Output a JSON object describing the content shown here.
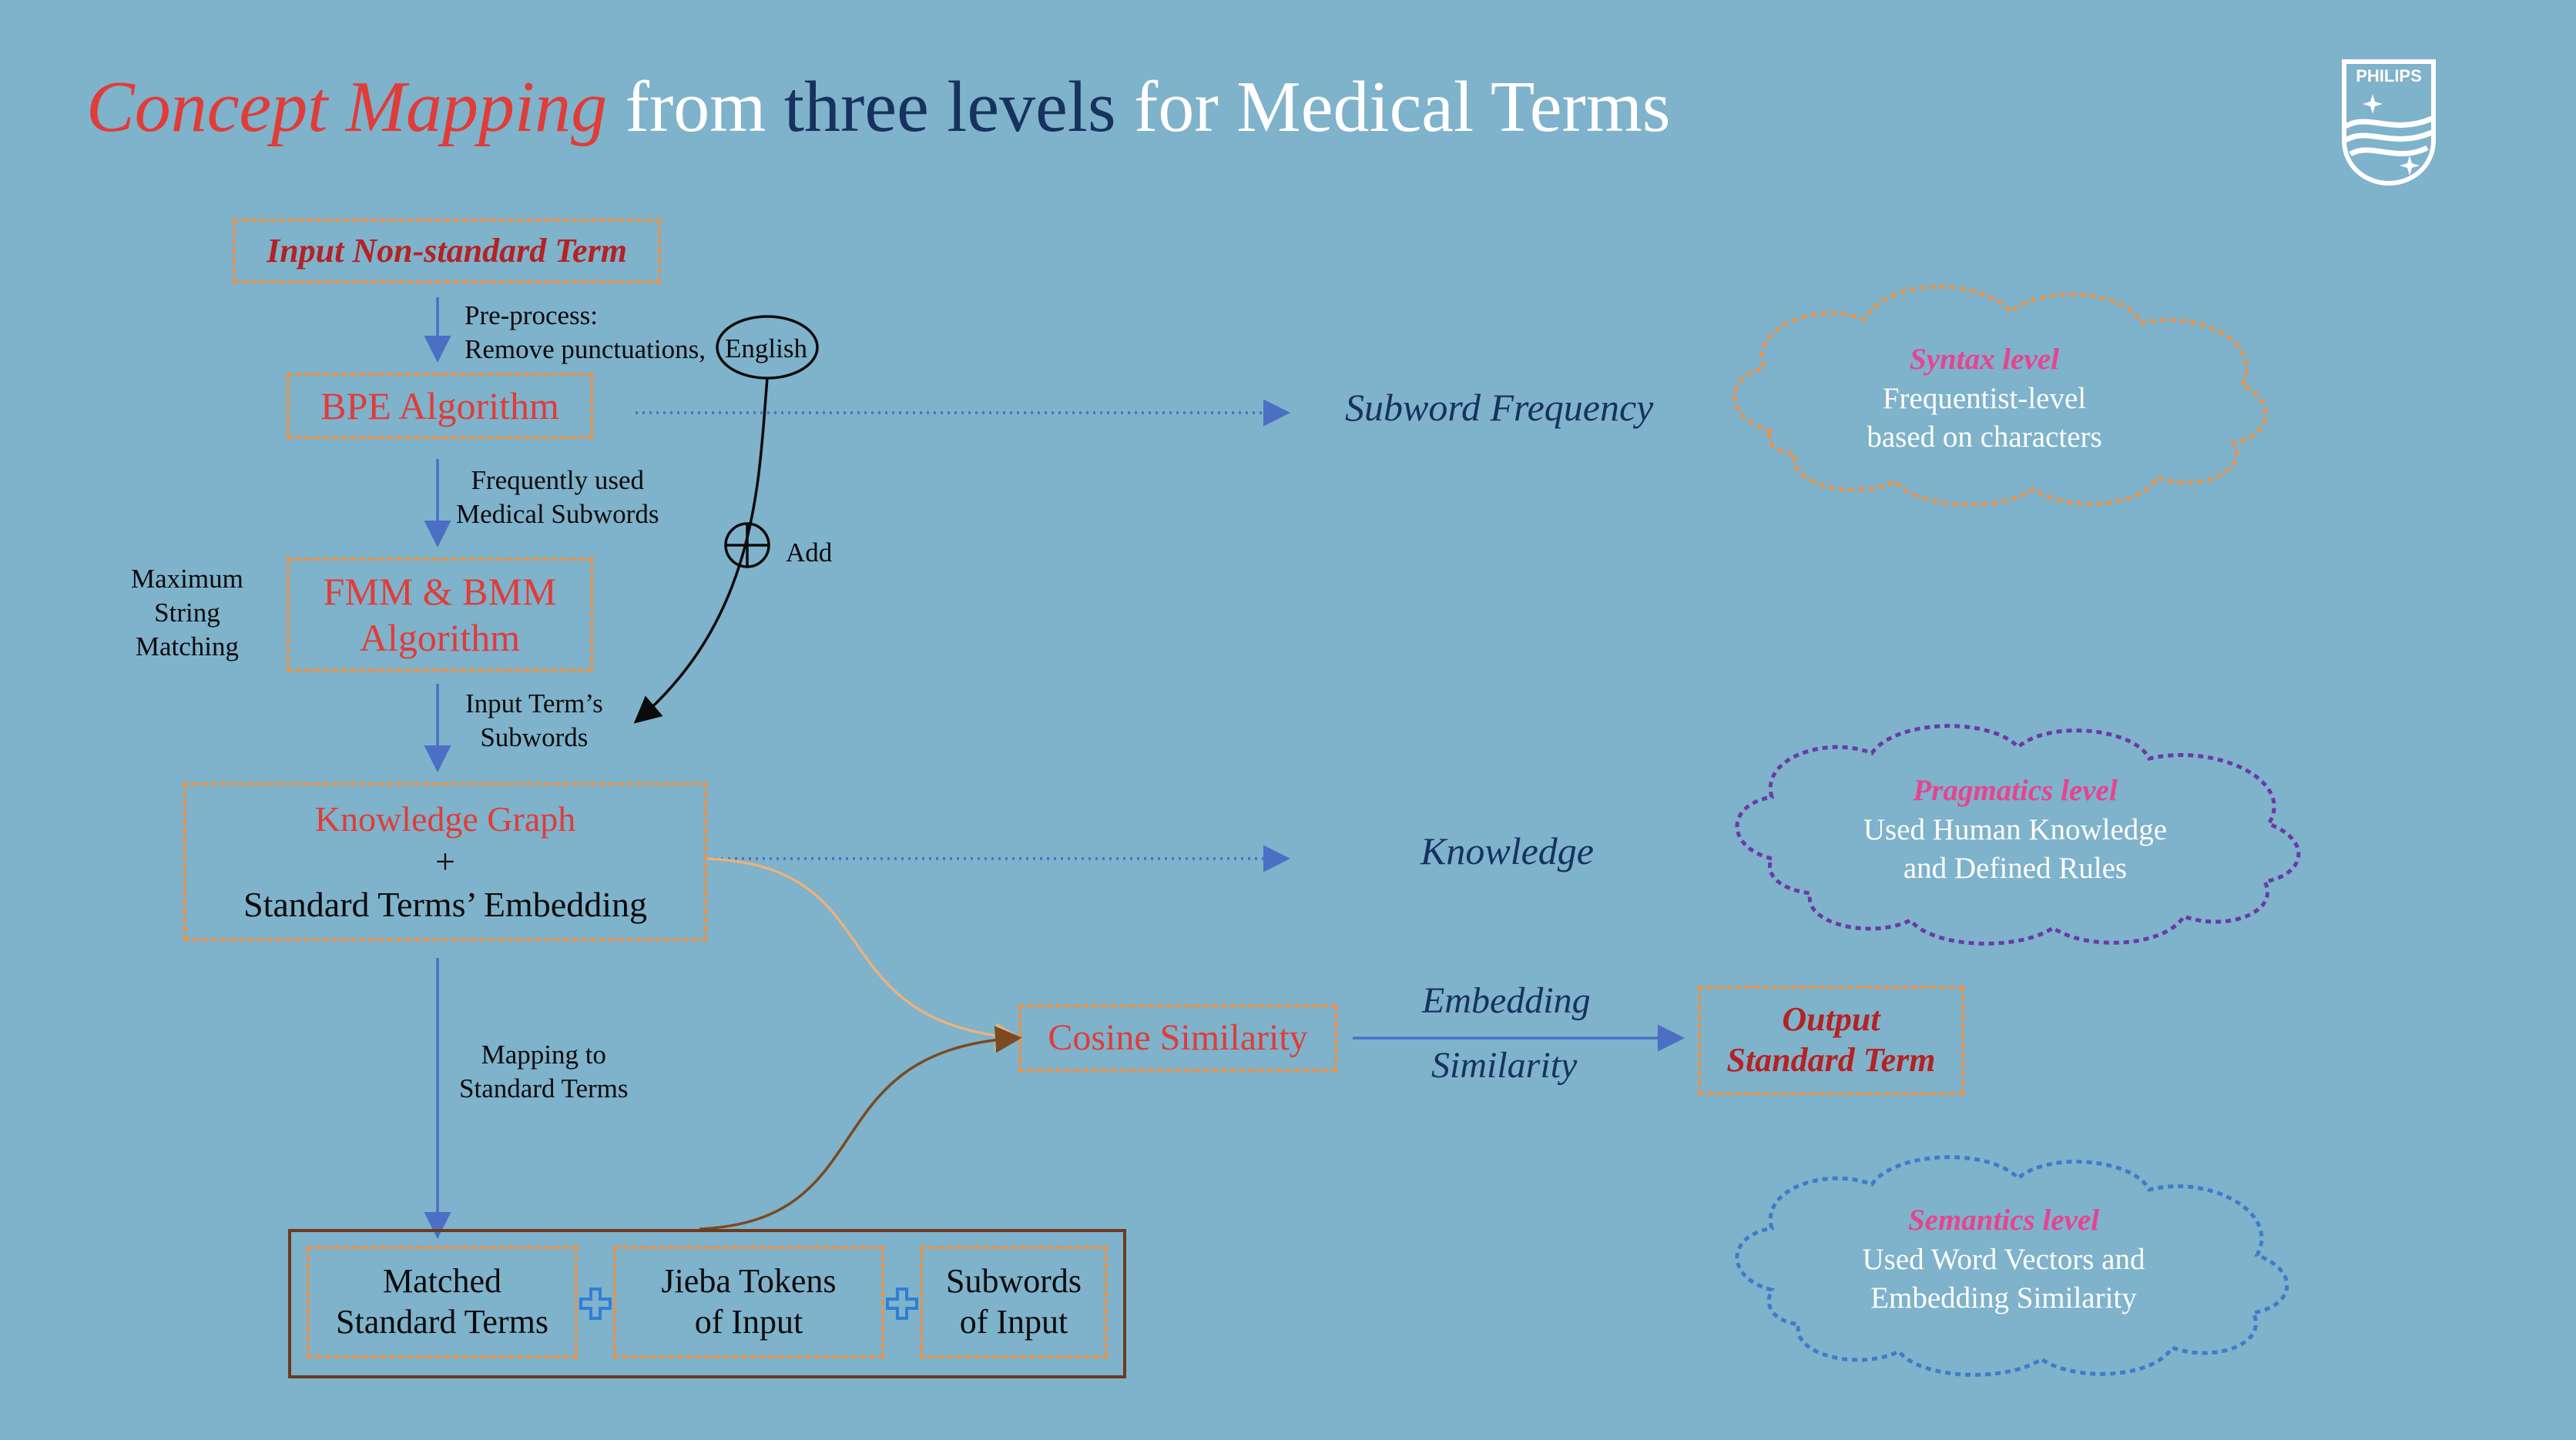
{
  "title": {
    "part1": "Concept Mapping",
    "part2": "from",
    "part3": "three levels",
    "part4": "for Medical Terms"
  },
  "logo": {
    "text": "PHILIPS",
    "icon": "philips-shield-logo"
  },
  "flow": {
    "input_term": "Input Non-standard Term",
    "preprocess_line1": "Pre-process:",
    "preprocess_line2": "Remove punctuations,",
    "english": "English",
    "bpe": "BPE Algorithm",
    "freq_line1": "Frequently used",
    "freq_line2": "Medical Subwords",
    "add": "Add",
    "max_line1": "Maximum",
    "max_line2": "String",
    "max_line3": "Matching",
    "fmm_line1": "FMM & BMM",
    "fmm_line2": "Algorithm",
    "subwords_line1": "Input Term’s",
    "subwords_line2": "Subwords",
    "kg_line1": "Knowledge Graph",
    "kg_plus": "+",
    "kg_line2": "Standard Terms’ Embedding",
    "mapping_line1": "Mapping to",
    "mapping_line2": "Standard Terms",
    "cosine": "Cosine Similarity",
    "embed_line1": "Embedding",
    "embed_line2": "Similarity",
    "output_line1": "Output",
    "output_line2": "Standard Term",
    "matched_line1": "Matched",
    "matched_line2": "Standard Terms",
    "jieba_line1": "Jieba Tokens",
    "jieba_line2": "of Input",
    "subw_line1": "Subwords",
    "subw_line2": "of Input"
  },
  "levels": {
    "subword_frequency": "Subword Frequency",
    "knowledge": "Knowledge"
  },
  "clouds": {
    "syntax": {
      "title": "Syntax level",
      "line1": "Frequentist-level",
      "line2": "based on characters",
      "color": "#e8934a"
    },
    "pragmatics": {
      "title": "Pragmatics level",
      "line1": "Used Human Knowledge",
      "line2": "and Defined Rules",
      "color": "#6a3aa8"
    },
    "semantics": {
      "title": "Semantics level",
      "line1": "Used Word Vectors and",
      "line2": "Embedding Similarity",
      "color": "#3e7cc9"
    }
  },
  "colors": {
    "background": "#7fb2cb",
    "arrow_blue": "#4a6fc4",
    "accent_red": "#e03c38",
    "dashed_orange": "#e8934a",
    "navy": "#17325f"
  }
}
